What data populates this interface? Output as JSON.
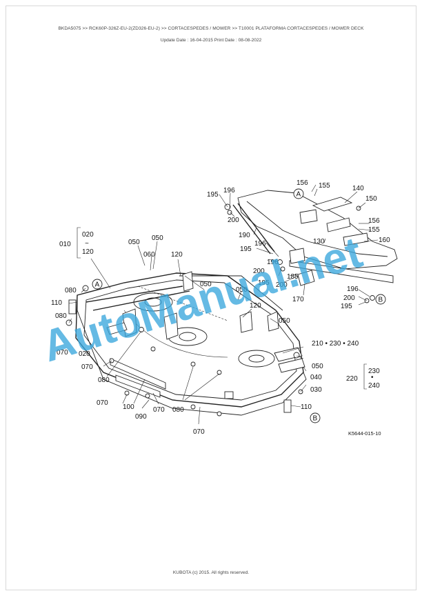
{
  "header": {
    "breadcrumb": "BKDA5075 >> RCK60P-326Z-EU-2(ZD326-EU-2) >> CORTACESPEDES / MOWER >> T10001  PLATAFORMA CORTACESPEDES / MOWER DECK",
    "dates": "Update Date : 16-04-2015   Print Date : 08-08-2022"
  },
  "diagram": {
    "labels": {
      "l010": "010",
      "l020": "020",
      "l120a": "120",
      "l050a": "050",
      "l050b": "050",
      "l060": "060",
      "l120b": "120",
      "l080a": "080",
      "l110a": "110",
      "l080b": "080",
      "l070a": "070",
      "l020b": "020",
      "l070b": "070",
      "l080c": "080",
      "l070c": "070",
      "l100": "100",
      "l090": "090",
      "l070d": "070",
      "l080d": "080",
      "l070e": "070",
      "l050c": "050",
      "l050d": "050",
      "l120c": "120",
      "l050e": "050",
      "l210": "210 • 230 • 240",
      "l050f": "050",
      "l040": "040",
      "l030": "030",
      "l110b": "110",
      "l220": "220",
      "l230": "230",
      "l240": "240",
      "l195a": "195",
      "l196a": "196",
      "l200a": "200",
      "l156a": "156",
      "l155a": "155",
      "l140": "140",
      "l150": "150",
      "l156b": "156",
      "l155b": "155",
      "l130": "130",
      "l160": "160",
      "l190": "190",
      "l195b": "195",
      "l196b": "196",
      "l196c": "196",
      "l200b": "200",
      "l185": "185",
      "l195c": "195",
      "l200c": "200",
      "l170": "170",
      "l196d": "196",
      "l200d": "200",
      "l195d": "195",
      "markerA1": "A",
      "markerA2": "A",
      "markerB1": "B",
      "markerB2": "B",
      "tilde": "~",
      "dot": "•"
    },
    "code": "K5644-015-10",
    "watermark": "AutoManual.net"
  },
  "footer": {
    "copyright": "KUBOTA (c) 2015. All rights reserved."
  }
}
